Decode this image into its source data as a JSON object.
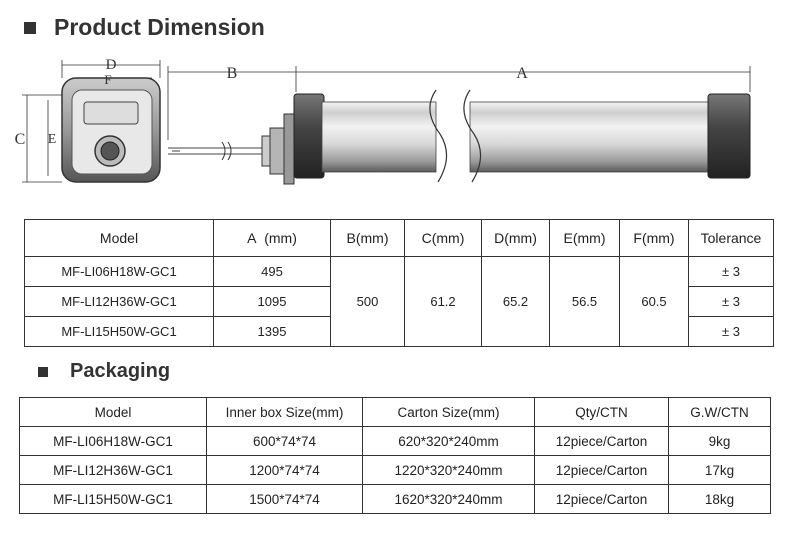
{
  "sections": {
    "dimension_title": "Product Dimension",
    "packaging_title": "Packaging"
  },
  "drawing": {
    "labels": {
      "A": "A",
      "B": "B",
      "C": "C",
      "D": "D",
      "E": "E",
      "F": "F"
    }
  },
  "dimension_table": {
    "headers": [
      "Model",
      "A  (mm)",
      "B(mm)",
      "C(mm)",
      "D(mm)",
      "E(mm)",
      "F(mm)",
      "Tolerance"
    ],
    "rows": [
      {
        "model": "MF-LI06H18W-GC1",
        "a": "495",
        "tolerance": "± 3"
      },
      {
        "model": "MF-LI12H36W-GC1",
        "a": "1095",
        "tolerance": "± 3"
      },
      {
        "model": "MF-LI15H50W-GC1",
        "a": "1395",
        "tolerance": "± 3"
      }
    ],
    "shared": {
      "b": "500",
      "c": "61.2",
      "d": "65.2",
      "e": "56.5",
      "f": "60.5"
    }
  },
  "packaging_table": {
    "headers": [
      "Model",
      "Inner box Size(mm)",
      "Carton Size(mm)",
      "Qty/CTN",
      "G.W/CTN"
    ],
    "rows": [
      {
        "model": "MF-LI06H18W-GC1",
        "inner": "600*74*74",
        "carton": "620*320*240mm",
        "qty": "12piece/Carton",
        "gw": "9kg"
      },
      {
        "model": "MF-LI12H36W-GC1",
        "inner": "1200*74*74",
        "carton": "1220*320*240mm",
        "qty": "12piece/Carton",
        "gw": "17kg"
      },
      {
        "model": "MF-LI15H50W-GC1",
        "inner": "1500*74*74",
        "carton": "1620*320*240mm",
        "qty": "12piece/Carton",
        "gw": "18kg"
      }
    ]
  }
}
